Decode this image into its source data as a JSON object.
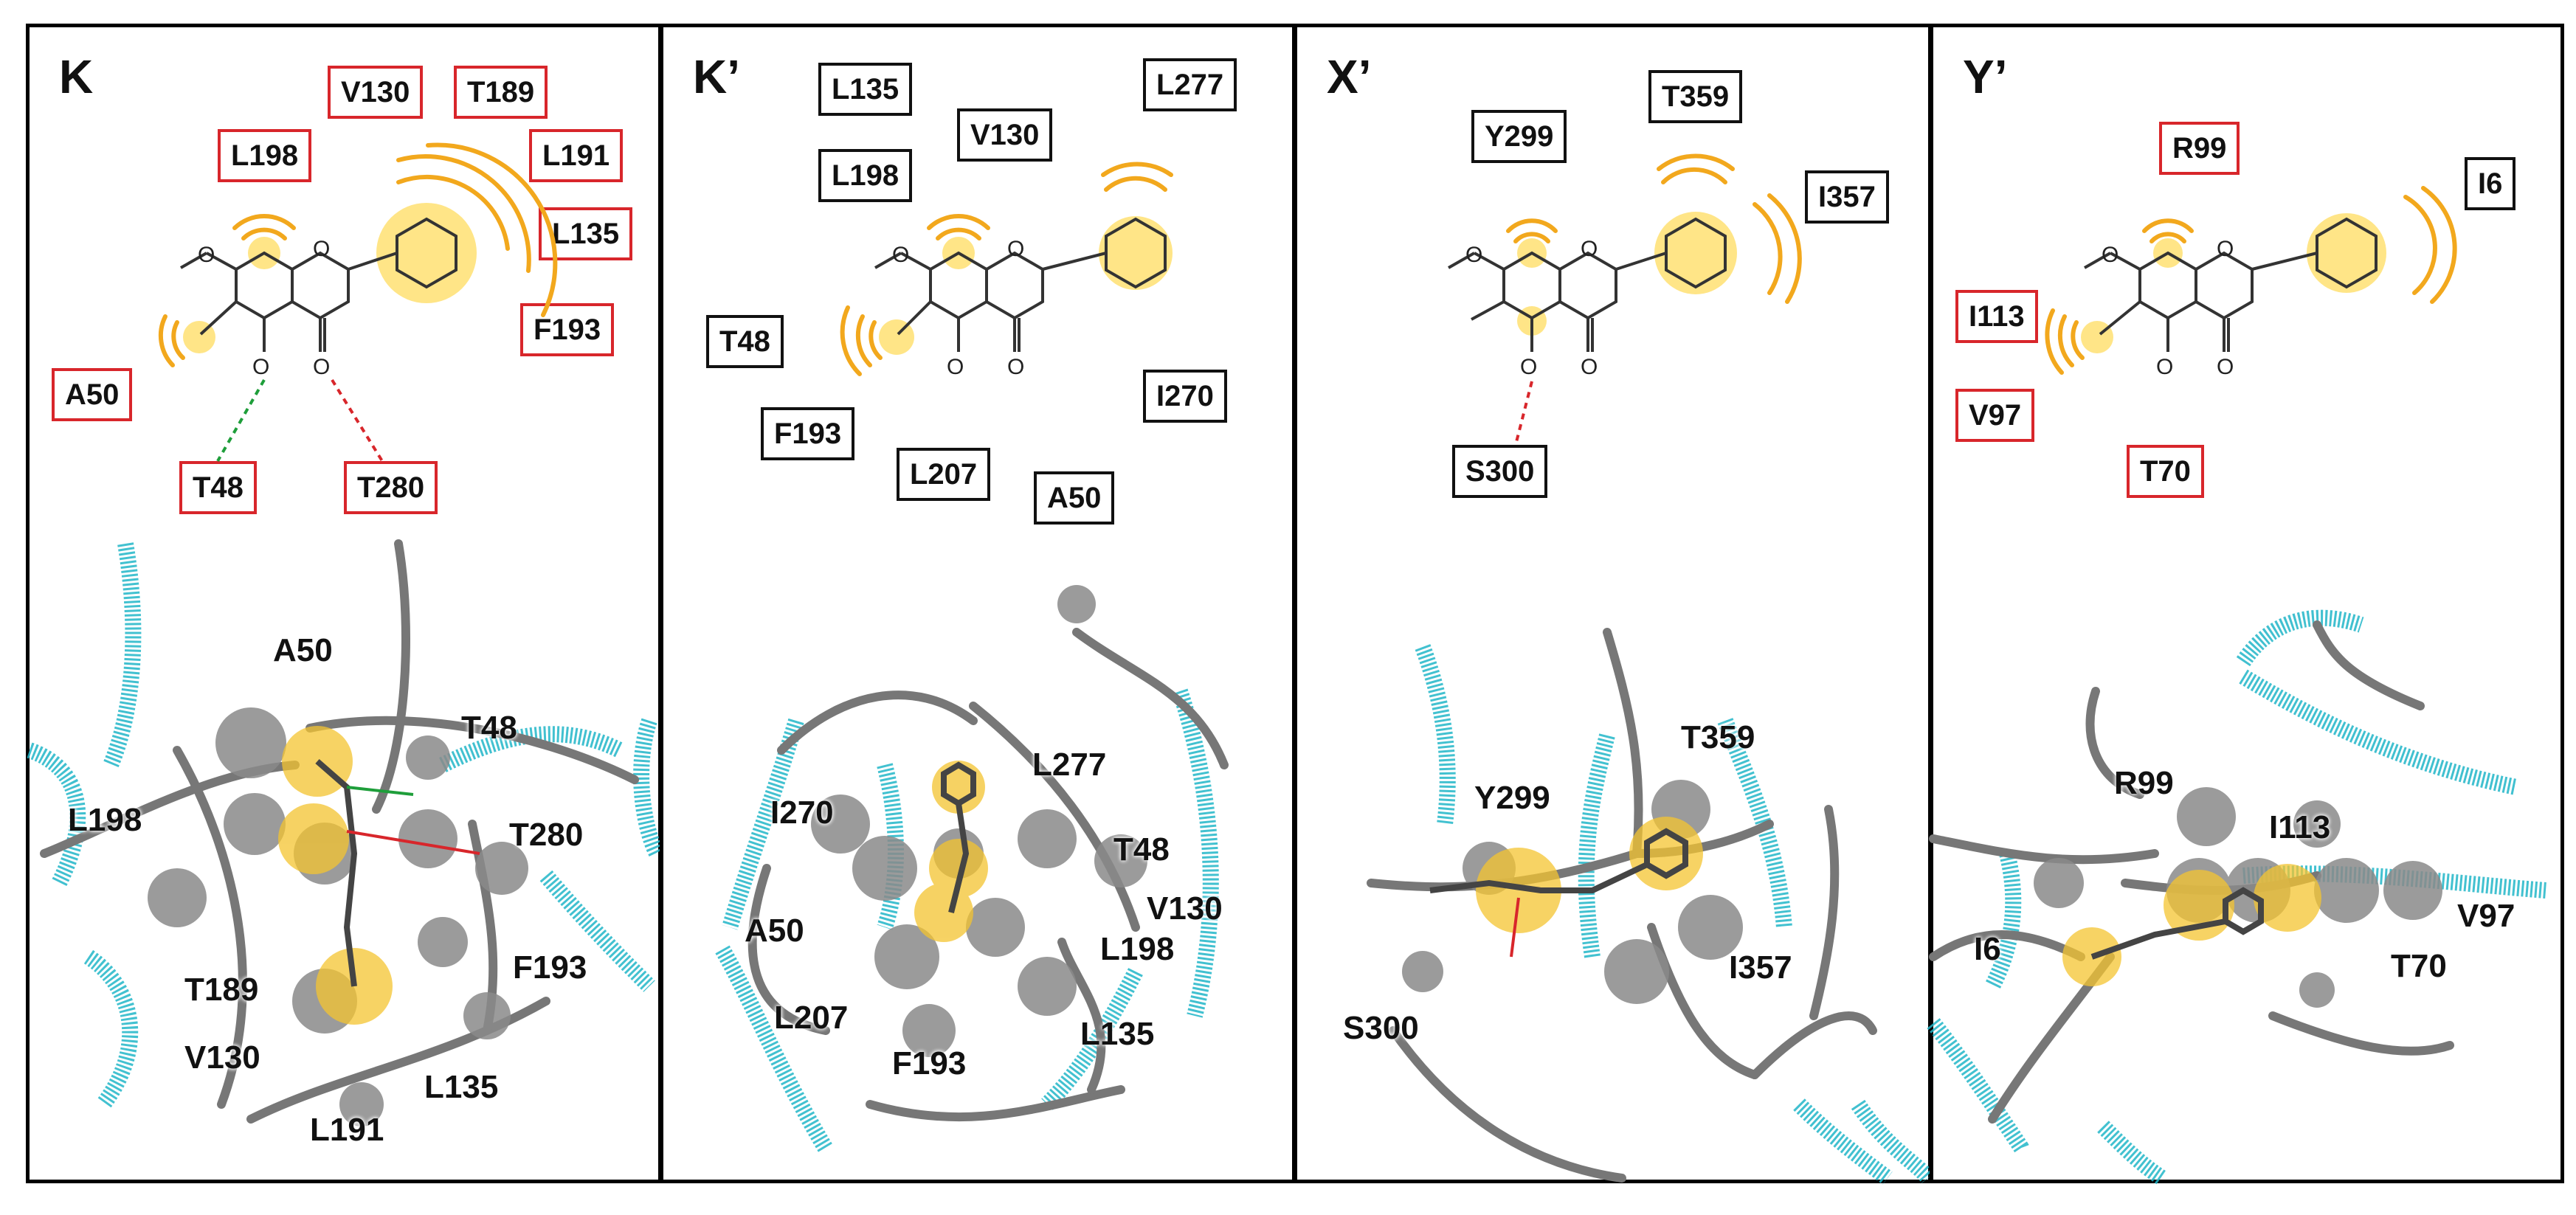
{
  "colors": {
    "accent": "#F2A81D",
    "glow": "#FFE27A",
    "red": "#D8262B",
    "green": "#1E9E3A",
    "ribbon": "#21B6C8",
    "tube": "#777777",
    "sphere": "#8A8A8A"
  },
  "panels": [
    {
      "id": "K",
      "title": "K",
      "boxes": [
        {
          "label": "V130",
          "color": "red"
        },
        {
          "label": "T189",
          "color": "red"
        },
        {
          "label": "L198",
          "color": "red"
        },
        {
          "label": "L191",
          "color": "red"
        },
        {
          "label": "L135",
          "color": "red"
        },
        {
          "label": "F193",
          "color": "red"
        },
        {
          "label": "A50",
          "color": "red"
        },
        {
          "label": "T48",
          "color": "red"
        },
        {
          "label": "T280",
          "color": "red"
        }
      ],
      "labels": [
        "A50",
        "T48",
        "L198",
        "T280",
        "F193",
        "T189",
        "V130",
        "L135",
        "L191"
      ]
    },
    {
      "id": "K'",
      "title": "K’",
      "boxes": [
        {
          "label": "L135",
          "color": "black"
        },
        {
          "label": "V130",
          "color": "black"
        },
        {
          "label": "L277",
          "color": "black"
        },
        {
          "label": "L198",
          "color": "black"
        },
        {
          "label": "T48",
          "color": "black"
        },
        {
          "label": "I270",
          "color": "black"
        },
        {
          "label": "F193",
          "color": "black"
        },
        {
          "label": "L207",
          "color": "black"
        },
        {
          "label": "A50",
          "color": "black"
        }
      ],
      "labels": [
        "L277",
        "I270",
        "T48",
        "V130",
        "A50",
        "L198",
        "L207",
        "F193",
        "L135"
      ]
    },
    {
      "id": "X'",
      "title": "X’",
      "boxes": [
        {
          "label": "Y299",
          "color": "black"
        },
        {
          "label": "T359",
          "color": "black"
        },
        {
          "label": "I357",
          "color": "black"
        },
        {
          "label": "S300",
          "color": "black"
        }
      ],
      "labels": [
        "T359",
        "Y299",
        "I357",
        "S300"
      ]
    },
    {
      "id": "Y'",
      "title": "Y’",
      "boxes": [
        {
          "label": "R99",
          "color": "red"
        },
        {
          "label": "I6",
          "color": "black"
        },
        {
          "label": "I113",
          "color": "red"
        },
        {
          "label": "V97",
          "color": "red"
        },
        {
          "label": "T70",
          "color": "red"
        }
      ],
      "labels": [
        "R99",
        "I113",
        "V97",
        "I6",
        "T70"
      ]
    }
  ]
}
